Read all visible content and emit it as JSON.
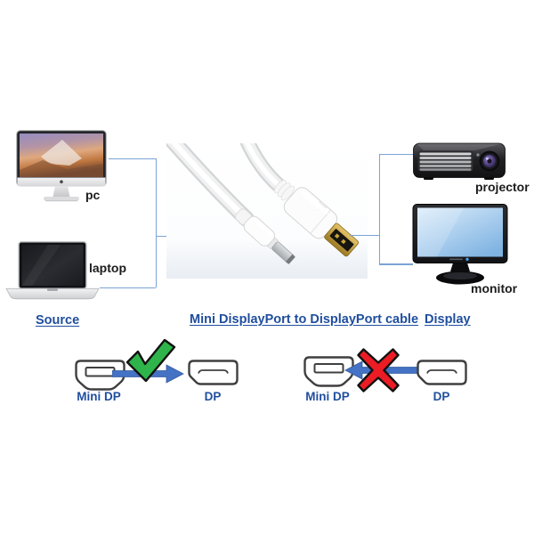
{
  "colors": {
    "background": "#ffffff",
    "heading_blue": "#1f4e9e",
    "label_dark": "#1c1c1c",
    "bracket_blue": "#7ba3d6",
    "arrow_blue": "#4472c4",
    "check_green": "#2eb44a",
    "cross_red": "#ec1c24",
    "connector_outline": "#3f3f3f"
  },
  "source_group": {
    "heading": "Source",
    "devices": [
      {
        "label": "pc"
      },
      {
        "label": "laptop"
      }
    ]
  },
  "cable_group": {
    "heading": "Mini DisplayPort to DisplayPort cable"
  },
  "display_group": {
    "heading": "Display",
    "devices": [
      {
        "label": "projector"
      },
      {
        "label": "monitor"
      }
    ]
  },
  "compatibility": {
    "correct": {
      "left_label": "Mini DP",
      "right_label": "DP",
      "mark": "check-mark",
      "direction": "right"
    },
    "incorrect": {
      "left_label": "Mini DP",
      "right_label": "DP",
      "mark": "cross-mark",
      "direction": "left"
    }
  }
}
